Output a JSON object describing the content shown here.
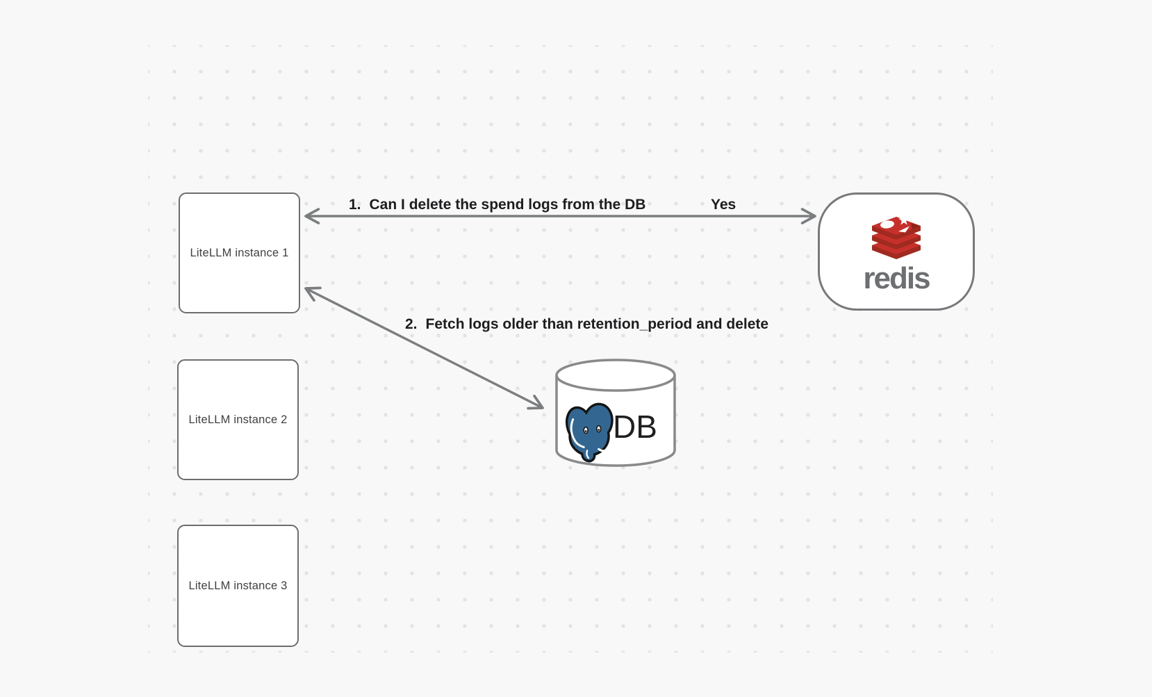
{
  "background": {
    "color": "#f8f8f8",
    "dot_color": "#e3e3e3"
  },
  "nodes": {
    "instance1": {
      "label": "LiteLLM instance 1"
    },
    "instance2": {
      "label": "LiteLLM instance 2"
    },
    "instance3": {
      "label": "LiteLLM instance 3"
    },
    "redis": {
      "wordmark": "redis",
      "icon": "redis-stack-icon",
      "brand_red": "#c6302b",
      "brand_red_dark": "#a02a1f",
      "wordmark_color": "#6d6f71"
    },
    "db": {
      "label": "DB",
      "icon": "postgresql-elephant-icon",
      "elephant_blue": "#336791"
    }
  },
  "arrows": {
    "arrow1": {
      "number": "1.",
      "text": "Can I delete the spend logs from the DB",
      "response": "Yes",
      "from": "redis",
      "to": "instance1"
    },
    "arrow2": {
      "number": "2.",
      "text": "Fetch logs older than retention_period and delete",
      "from": "instance1",
      "to": "db"
    }
  },
  "stroke_color": "#7b7d7f"
}
